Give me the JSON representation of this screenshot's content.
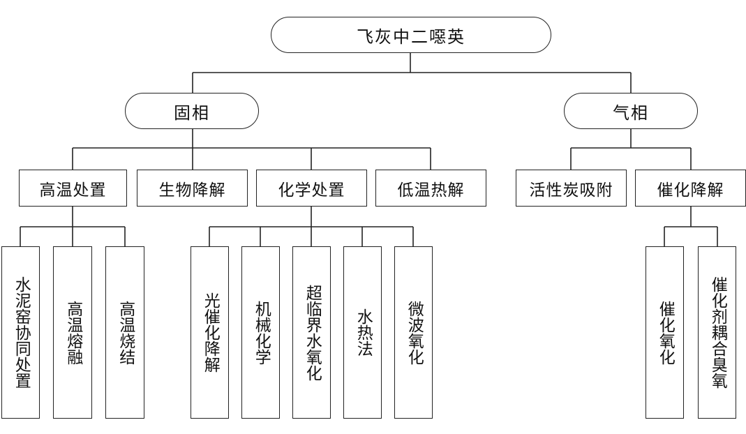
{
  "root": {
    "label": "飞灰中二噁英"
  },
  "branches": {
    "solid": {
      "label": "固相",
      "methods": {
        "high_temp": {
          "label": "高温处置",
          "children": [
            "水泥窑协同处置",
            "高温熔融",
            "高温烧结"
          ]
        },
        "bio": {
          "label": "生物降解"
        },
        "chemical": {
          "label": "化学处置",
          "children": [
            "光催化降解",
            "机械化学",
            "超临界水氧化",
            "水热法",
            "微波氧化"
          ]
        },
        "low_temp": {
          "label": "低温热解"
        }
      }
    },
    "gas": {
      "label": "气相",
      "methods": {
        "activated_carbon": {
          "label": "活性炭吸附"
        },
        "catalytic": {
          "label": "催化降解",
          "children": [
            "催化氧化",
            "催化剂耦合臭氧"
          ]
        }
      }
    }
  }
}
